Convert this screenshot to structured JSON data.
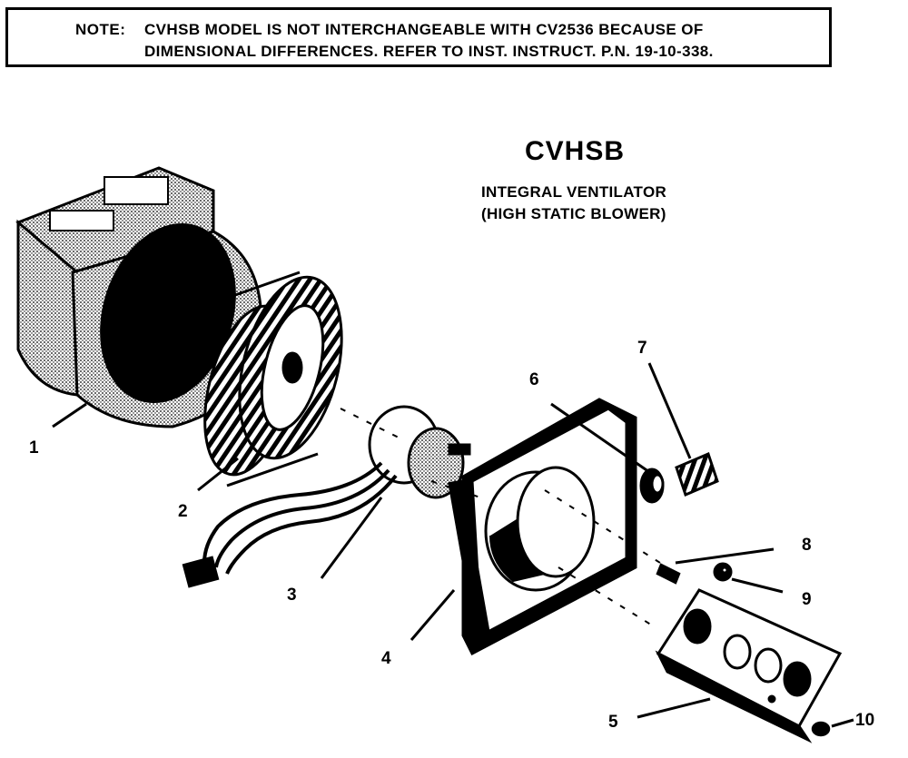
{
  "note": {
    "label": "NOTE:",
    "line1": "CVHSB MODEL IS NOT INTERCHANGEABLE WITH CV2536 BECAUSE OF",
    "line2": "DIMENSIONAL DIFFERENCES.  REFER TO INST. INSTRUCT. P.N. 19-10-338."
  },
  "model": "CVHSB",
  "description": {
    "line1": "INTEGRAL VENTILATOR",
    "line2": "(HIGH STATIC BLOWER)"
  },
  "callouts": [
    {
      "number": "1",
      "part": "blower-housing"
    },
    {
      "number": "2",
      "part": "blower-wheel"
    },
    {
      "number": "3",
      "part": "motor"
    },
    {
      "number": "4",
      "part": "mounting-plate"
    },
    {
      "number": "5",
      "part": "control-bracket"
    },
    {
      "number": "6",
      "part": "knob"
    },
    {
      "number": "7",
      "part": "switch"
    },
    {
      "number": "8",
      "part": "screw"
    },
    {
      "number": "9",
      "part": "grommet"
    },
    {
      "number": "10",
      "part": "nut"
    }
  ],
  "colors": {
    "ink": "#000000",
    "paper": "#ffffff",
    "shade": "#444444"
  }
}
